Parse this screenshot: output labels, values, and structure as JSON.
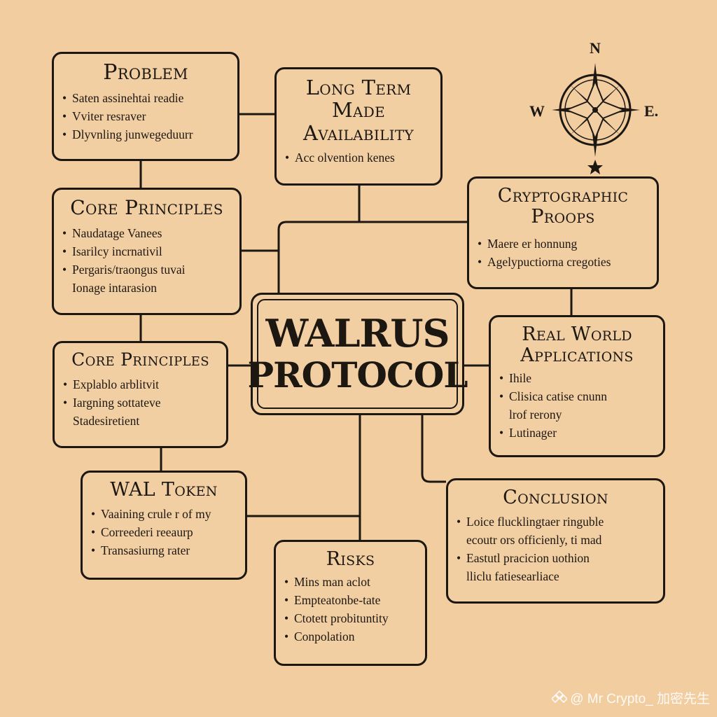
{
  "central": {
    "line1": "WALRUS",
    "line2": "PROTOCOL"
  },
  "problem": {
    "title": "Problem",
    "bullets": [
      "Saten assinehtai readie",
      "Vviter resraver",
      "Dlyvnling junwegeduurr"
    ]
  },
  "long_term": {
    "title_lines": [
      "Long Term",
      "Made",
      "Availability"
    ],
    "bullets": [
      "Acc olvention kenes"
    ]
  },
  "core_principles_1": {
    "title": "Core Principles",
    "bullets": [
      "Naudatage Vanees",
      "Isarilcy incrnativil",
      "Pergaris/traongus tuvai"
    ],
    "continuation": "Ionage intarasion"
  },
  "core_principles_2": {
    "title": "Core Principles",
    "bullets": [
      "Explablo arblitvit",
      "Iargning sottateve"
    ],
    "continuation": "Stadesiretient"
  },
  "cryptographic": {
    "title_lines": [
      "Cryptographic",
      "Proops"
    ],
    "bullets": [
      "Maere er honnung",
      "Agelypuctiorna cregoties"
    ]
  },
  "real_world": {
    "title_lines": [
      "Real World",
      "Applications"
    ],
    "bullets": [
      "Ihile",
      "Clisica catise cnunn",
      "Lutinager"
    ],
    "continuation": "lrof rerony"
  },
  "wal_token": {
    "title": "WAL Token",
    "bullets": [
      "Vaaining crule r of my",
      "Correederi reeaurp",
      "Transasiurng rater"
    ]
  },
  "risks": {
    "title": "Risks",
    "bullets": [
      "Mins man aclot",
      "Empteatonbe-tate",
      "Ctotett probituntity",
      "Conpolation"
    ]
  },
  "conclusion": {
    "title": "Conclusion",
    "bullet1": "Loice flucklingtaer ringuble",
    "bullet1_cont": "ecoutr ors officienly, ti mad",
    "bullet2": "Eastutl pracicion uothion",
    "bullet2_cont": "lliclu fatiesearliace"
  },
  "compass": {
    "n": "N",
    "w": "W",
    "e": "E."
  },
  "watermark": "@ Mr Crypto_ 加密先生"
}
